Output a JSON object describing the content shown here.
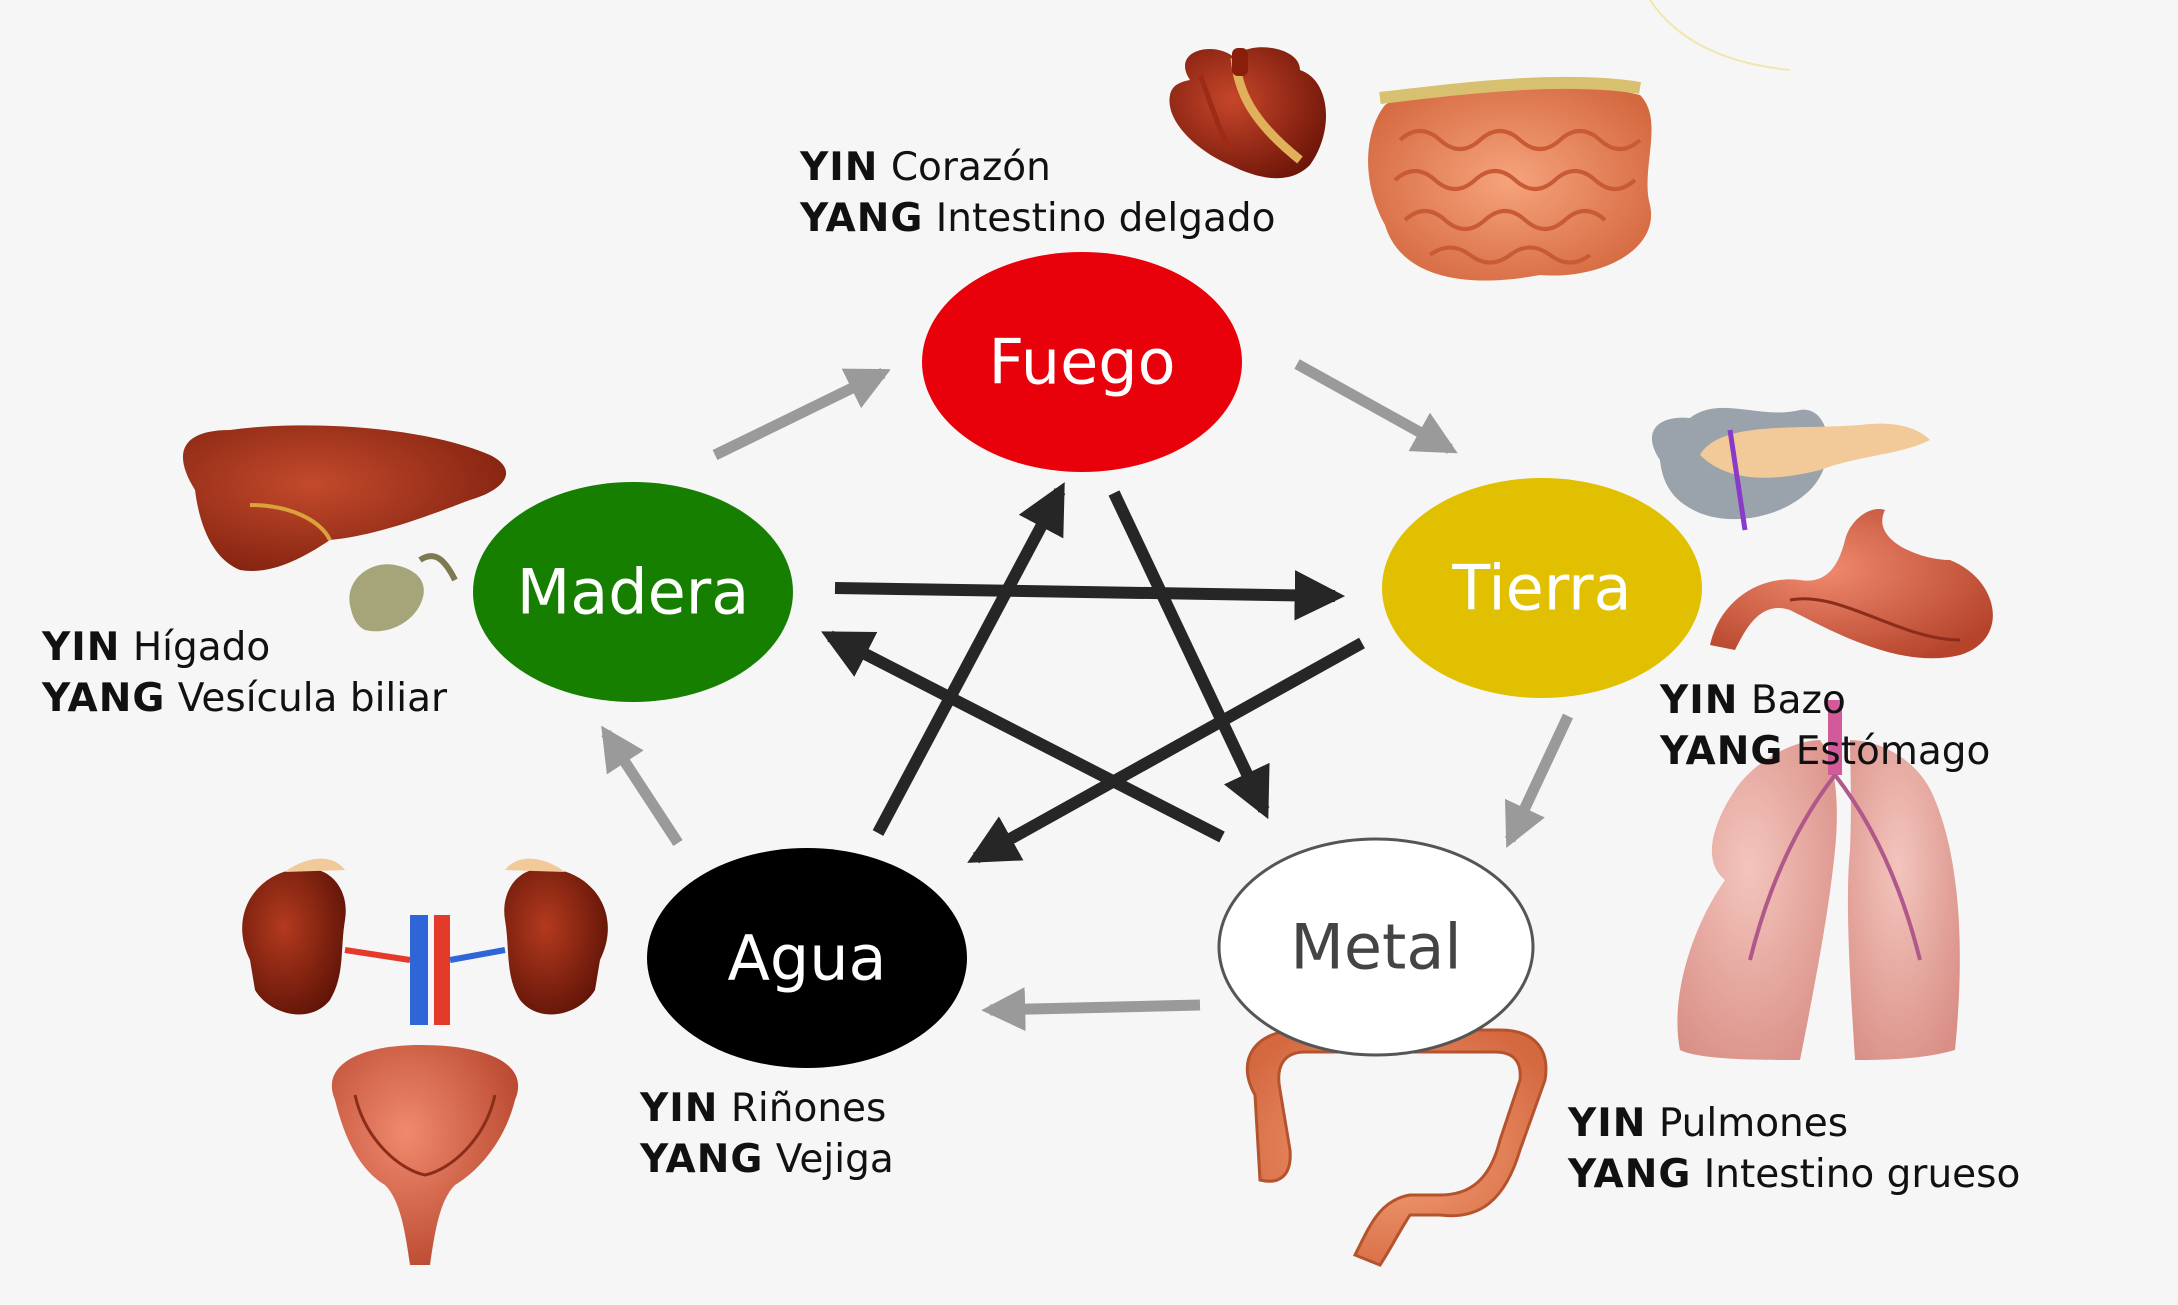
{
  "elements": {
    "fuego": {
      "name": "Fuego",
      "color": "#e8000b",
      "text_color": "#ffffff"
    },
    "tierra": {
      "name": "Tierra",
      "color": "#e0c000",
      "text_color": "#ffffff"
    },
    "metal": {
      "name": "Metal",
      "color": "#ffffff",
      "text_color": "#444444"
    },
    "agua": {
      "name": "Agua",
      "color": "#000000",
      "text_color": "#ffffff"
    },
    "madera": {
      "name": "Madera",
      "color": "#177f00",
      "text_color": "#ffffff"
    }
  },
  "organs": {
    "fuego": {
      "yin_tag": "YIN",
      "yin": "Corazón",
      "yang_tag": "YANG",
      "yang": "Intestino delgado"
    },
    "tierra": {
      "yin_tag": "YIN",
      "yin": "Bazo",
      "yang_tag": "YANG",
      "yang": "Estómago"
    },
    "metal": {
      "yin_tag": "YIN",
      "yin": "Pulmones",
      "yang_tag": "YANG",
      "yang": "Intestino grueso"
    },
    "agua": {
      "yin_tag": "YIN",
      "yin": "Riñones",
      "yang_tag": "YANG",
      "yang": "Vejiga"
    },
    "madera": {
      "yin_tag": "YIN",
      "yin": "Hígado",
      "yang_tag": "YANG",
      "yang": "Vesícula biliar"
    }
  },
  "cycles": {
    "generation_color": "#9a9a9a",
    "control_color": "#262626"
  },
  "illustrations": [
    "heart-illustration",
    "small-intestine-illustration",
    "pancreas-illustration",
    "stomach-illustration",
    "lungs-illustration",
    "large-intestine-illustration",
    "kidneys-illustration",
    "bladder-illustration",
    "liver-illustration",
    "gallbladder-illustration"
  ]
}
